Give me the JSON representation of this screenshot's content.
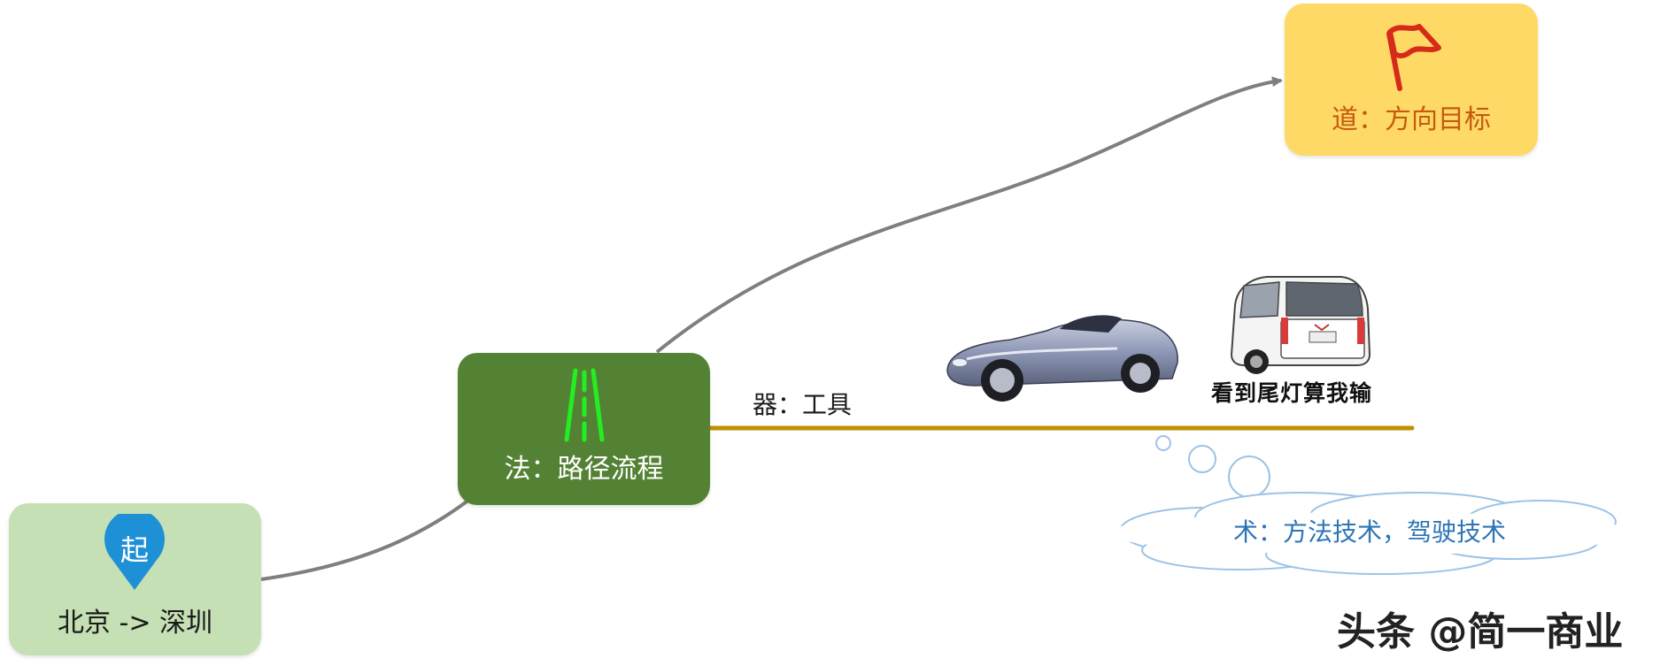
{
  "nodes": {
    "start": {
      "pin_char": "起",
      "label": "北京 -> 深圳",
      "color": "#c5e0b4",
      "pin_color": "#1e90d6"
    },
    "method": {
      "label": "法：路径流程",
      "color": "#548235",
      "icon": "road-icon",
      "icon_color": "#22ee22"
    },
    "goal": {
      "label": "道：方向目标",
      "color": "#ffd966",
      "icon": "flag-icon",
      "icon_color": "#d62b1a"
    }
  },
  "tool": {
    "label": "器：工具",
    "line_color": "#bf9000"
  },
  "technique": {
    "label": "术：方法技术，驾驶技术",
    "cloud_color": "#9dc3e6"
  },
  "van_caption": "看到尾灯算我输",
  "watermark": "头条 @简一商业",
  "connector_color": "#7f7f7f"
}
